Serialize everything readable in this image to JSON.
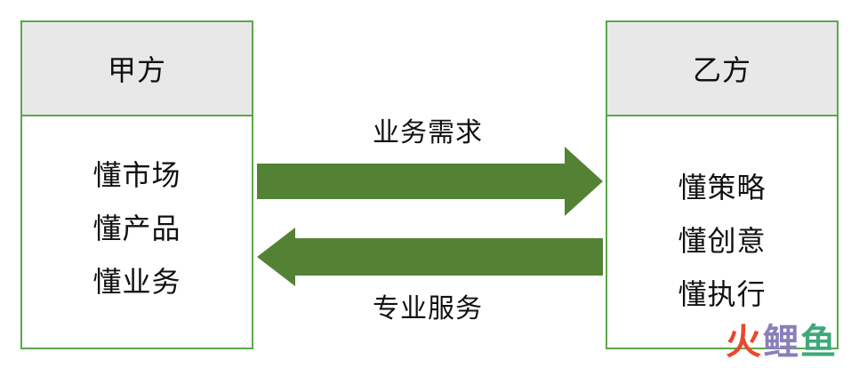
{
  "party_a": {
    "title": "甲方",
    "items": [
      "懂市场",
      "懂产品",
      "懂业务"
    ]
  },
  "party_b": {
    "title": "乙方",
    "items": [
      "懂策略",
      "懂创意",
      "懂执行"
    ]
  },
  "flows": {
    "forward_label": "业务需求",
    "backward_label": "专业服务"
  },
  "watermark": [
    "火",
    "鲤",
    "鱼"
  ],
  "colors": {
    "border": "#5aa84a",
    "arrow": "#548235",
    "header_bg": "#e8e8e8"
  }
}
